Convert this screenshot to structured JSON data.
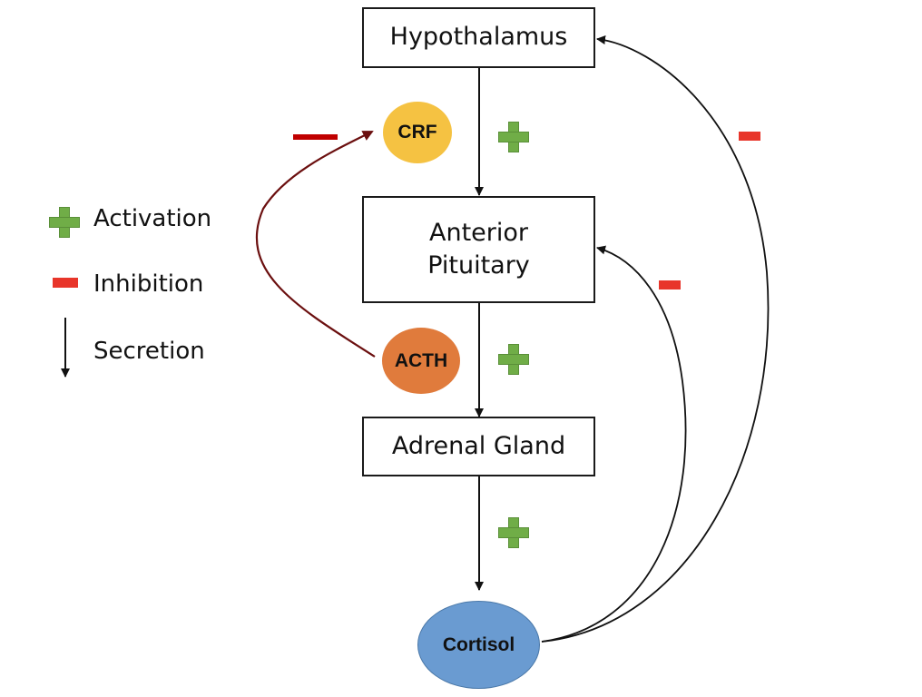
{
  "diagram": {
    "title": "HPA axis",
    "nodes": {
      "hypothalamus": "Hypothalamus",
      "anterior_pituitary_line1": "Anterior",
      "anterior_pituitary_line2": "Pituitary",
      "adrenal_gland": "Adrenal Gland"
    },
    "hormones": {
      "crf": "CRF",
      "acth": "ACTH",
      "cortisol": "Cortisol"
    },
    "colors": {
      "crf": "#f5c242",
      "acth": "#e07b3c",
      "cortisol": "#6a9bd1",
      "activation": "#70ad47",
      "inhibition": "#e8352a",
      "acth_feedback": "#6b0f0f"
    }
  },
  "legend": {
    "activation": "Activation",
    "inhibition": "Inhibition",
    "secretion": "Secretion"
  }
}
